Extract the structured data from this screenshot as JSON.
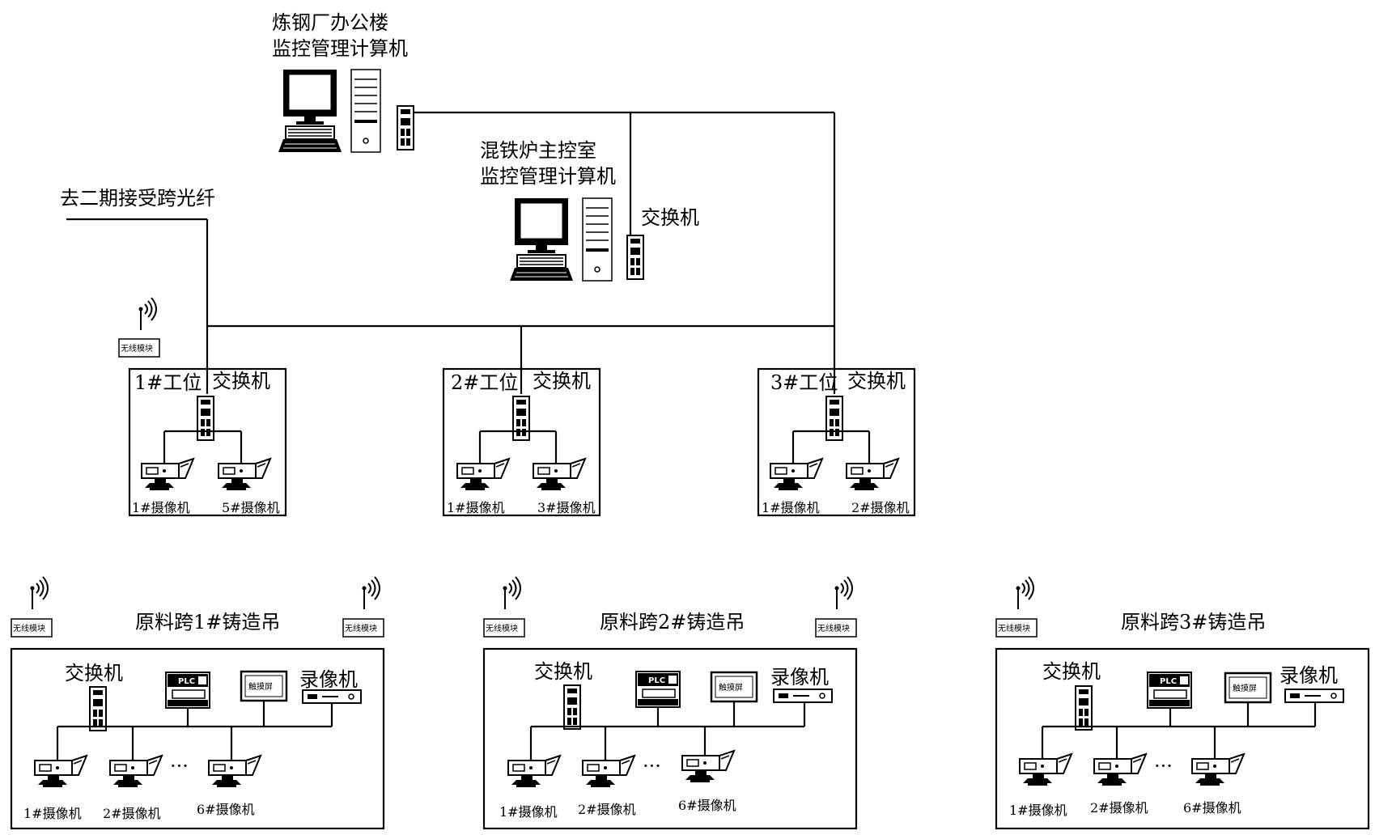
{
  "office": {
    "line1": "炼钢厂办公楼",
    "line2": "监控管理计算机"
  },
  "control_room": {
    "line1": "混铁炉主控室",
    "line2": "监控管理计算机"
  },
  "main_switch_label": "交换机",
  "fiber_label": "去二期接受跨光纤",
  "wireless_label": "无线模块",
  "workstations": [
    {
      "title": "1#工位",
      "switch": "交换机",
      "cameras": [
        "1#摄像机",
        "5#摄像机"
      ]
    },
    {
      "title": "2#工位",
      "switch": "交换机",
      "cameras": [
        "1#摄像机",
        "3#摄像机"
      ]
    },
    {
      "title": "3#工位",
      "switch": "交换机",
      "cameras": [
        "1#摄像机",
        "2#摄像机"
      ]
    }
  ],
  "cranes": [
    {
      "title": "原料跨1#铸造吊",
      "switch": "交换机",
      "touch": "触摸屏",
      "recorder": "录像机",
      "plc": "PLC",
      "ellipsis": "···",
      "cameras": [
        "1#摄像机",
        "2#摄像机",
        "6#摄像机"
      ]
    },
    {
      "title": "原料跨2#铸造吊",
      "switch": "交换机",
      "touch": "触摸屏",
      "recorder": "录像机",
      "plc": "PLC",
      "ellipsis": "···",
      "cameras": [
        "1#摄像机",
        "2#摄像机",
        "6#摄像机"
      ]
    },
    {
      "title": "原料跨3#铸造吊",
      "switch": "交换机",
      "touch": "触摸屏",
      "recorder": "录像机",
      "plc": "PLC",
      "ellipsis": "···",
      "cameras": [
        "1#摄像机",
        "2#摄像机",
        "6#摄像机"
      ]
    }
  ]
}
